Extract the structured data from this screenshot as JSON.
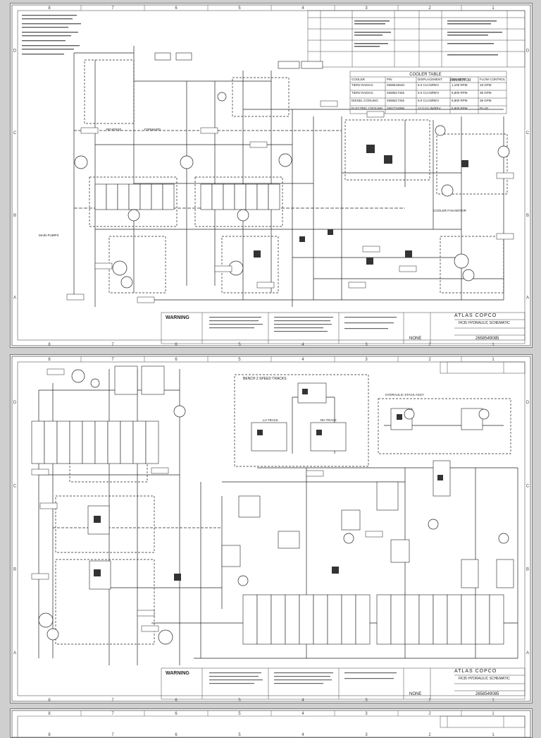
{
  "zone_columns": [
    "8",
    "7",
    "6",
    "5",
    "4",
    "3",
    "2",
    "1"
  ],
  "zone_rows": [
    "D",
    "C",
    "B",
    "A"
  ],
  "sheet1": {
    "title_block": {
      "warning_label": "WARNING",
      "company": "ATLAS COPCO",
      "drawing_title": "FK35 HYDRAULIC SCHEMATIC",
      "none_label": "NONE"
    },
    "cooler_table": {
      "title": "COOLER TABLE",
      "fan_motor_label": "FAN MOTOR",
      "headers": [
        "COOLER",
        "P/N",
        "DISPLACEMENT",
        "FAN RPM",
        "FLOW CONTROL"
      ],
      "rows": [
        [
          "TIER2 RADIAC",
          "2658543640",
          "6.0 CU.IN/REV",
          "1,100 RPM",
          "19 GPM"
        ],
        [
          "TIER2 RADIAC",
          "2658517346",
          "6.0 CU.IN/REV",
          "6,800 RPM",
          "38 GPM"
        ],
        [
          "DIESEL COOLING",
          "2658517346",
          "6.0 CU.IN/REV",
          "6,800 RPM",
          "38 GPM"
        ],
        [
          "ELECTRIC COOLING",
          "2657716096",
          "12.0 CU.IN/REV",
          "6,800 RPM",
          "PLUG"
        ]
      ]
    },
    "callouts": {
      "cooler_motor": "COOLER FAN MOTOR",
      "forward": "FORWARD",
      "reverse": "REVERSE",
      "main_pumps": "MAIN PUMPS"
    }
  },
  "sheet2": {
    "title_block": {
      "warning_label": "WARNING",
      "company": "ATLAS COPCO",
      "drawing_title": "FK35 HYDRAULIC SCHEMATIC",
      "none_label": "NONE"
    },
    "callouts": {
      "bench_speed": "BENCH 2 SPEED TRACKS",
      "lh_track": "LH TRACK",
      "rh_track": "RH TRACK",
      "hydraulic_stack": "HYDRAULIC STACK ASSY"
    }
  },
  "drawing_numbers": [
    "2658549085",
    "2658549085"
  ]
}
